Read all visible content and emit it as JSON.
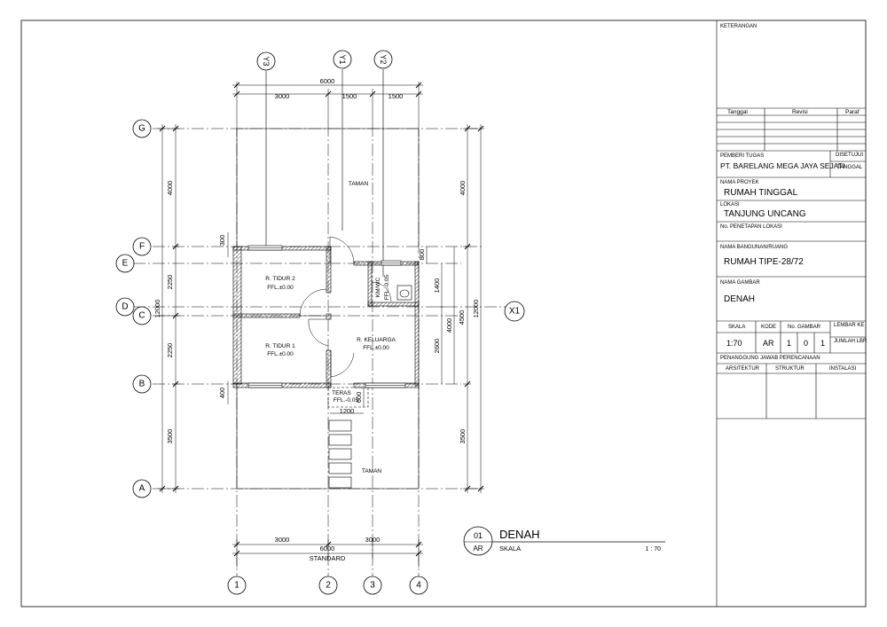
{
  "drawing": {
    "grid_x": [
      "1",
      "2",
      "3",
      "4"
    ],
    "grid_y": [
      "A",
      "B",
      "C",
      "D",
      "E",
      "F",
      "G"
    ],
    "grid_top": [
      "Y3",
      "Y1",
      "Y2"
    ],
    "grid_right": "X1",
    "dims_top": [
      "6000",
      "3000",
      "1500",
      "1500"
    ],
    "dims_bottom": [
      "3000",
      "3000",
      "6000"
    ],
    "dims_bottom_caption": "STANDARD",
    "dims_left": [
      "4000",
      "2250",
      "2250",
      "3500",
      "12000",
      "300",
      "400"
    ],
    "dims_right": [
      "4000",
      "12000",
      "4500",
      "4000",
      "3500",
      "800",
      "1400",
      "2600",
      "600"
    ],
    "dim_teras_width": "1200",
    "rooms": {
      "taman_top": "TAMAN",
      "tidur2": "R. TIDUR 2",
      "tidur2_ffl": "FFL.±0.00",
      "tidur1": "R. TIDUR 1",
      "tidur1_ffl": "FFL.±0.00",
      "keluarga": "R. KELUARGA",
      "keluarga_ffl": "FFL.±0.00",
      "kmwc": "KM/WC",
      "kmwc_ffl": "FFL.-0.05",
      "teras": "TERAS",
      "teras_ffl": "FFL.-0.05",
      "taman_bottom": "TAMAN"
    },
    "label": {
      "number": "01",
      "code": "AR",
      "title": "DENAH",
      "scale_caption": "SKALA",
      "scale": "1 : 70"
    }
  },
  "title_block": {
    "keterangan": "KETERANGAN",
    "revision_headers": [
      "Tanggal",
      "Revisi",
      "Paraf"
    ],
    "pemberi_tugas_label": "PEMBERI TUGAS",
    "pemberi_tugas": "PT. BARELANG MEGA JAYA SEJATI",
    "disetujui_label": "DISETUJUI",
    "tanggal_label": "TANGGAL",
    "nama_proyek_label": "NAMA PROYEK",
    "nama_proyek": "RUMAH TINGGAL",
    "lokasi_label": "LOKASI",
    "lokasi": "TANJUNG UNCANG",
    "penetapan_label": "No. PENETAPAN LOKASI",
    "bangunan_label": "NAMA BANGUNAN/RUANG",
    "bangunan": "RUMAH TIPE-28/72",
    "gambar_label": "NAMA GAMBAR",
    "gambar": "DENAH",
    "skala_label": "SKALA",
    "kode_label": "KODE",
    "no_gambar_label": "No. GAMBAR",
    "lembar_label": "LEMBAR KE",
    "jumlah_label": "JUMLAH LBR",
    "skala": "1:70",
    "kode": "AR",
    "no_gambar": [
      "1",
      "0",
      "1"
    ],
    "penanggung_label": "PENANGGUNG JAWAB PERENCANAAN",
    "disciplines": [
      "ARSITEKTUR",
      "STRUKTUR",
      "INSTALASI"
    ]
  }
}
